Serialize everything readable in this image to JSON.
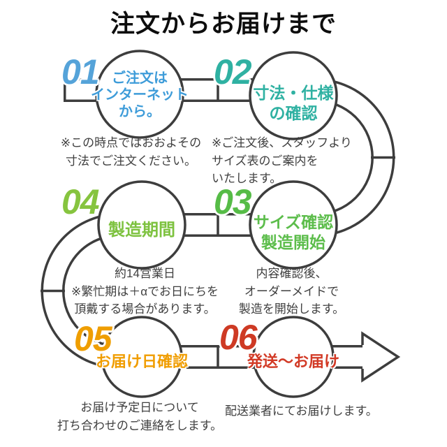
{
  "title": "注文からお届けまで",
  "flow": {
    "outline_color": "#3d3d3d",
    "background_color": "#ffffff",
    "end_marker": "right-arrow"
  },
  "steps": [
    {
      "number": "01",
      "number_color": "#55a3d9",
      "label": "ご注文は\nインターネット\nから。",
      "label_color": "#3e9cd9",
      "note": "※この時点ではおおよその\n寸法でご注文ください。"
    },
    {
      "number": "02",
      "number_color": "#2fb1a2",
      "label": "寸法・仕様\nの確認",
      "label_color": "#2fb1a2",
      "note": "※ご注文後、スタッフより\nサイズ表のご案内を\nいたします。"
    },
    {
      "number": "03",
      "number_color": "#56bc47",
      "label": "サイズ確認\n製造開始",
      "label_color": "#5cbd4b",
      "note": "内容確認後、\nオーダーメイドで\n製造を開始します。"
    },
    {
      "number": "04",
      "number_color": "#86c43f",
      "label": "製造期間",
      "label_color": "#7dc23f",
      "note": "約14営業日\n※繁忙期は＋αでお日にちを\n頂戴する場合があります。"
    },
    {
      "number": "05",
      "number_color": "#ef9e00",
      "label": "お届け日確認",
      "label_color": "#f09d00",
      "note": "お届け予定日について\n打ち合わせのご連絡をします。"
    },
    {
      "number": "06",
      "number_color": "#ce3a24",
      "label": "発送〜お届け",
      "label_color": "#d23a26",
      "note": "配送業者にてお届けします。"
    }
  ]
}
